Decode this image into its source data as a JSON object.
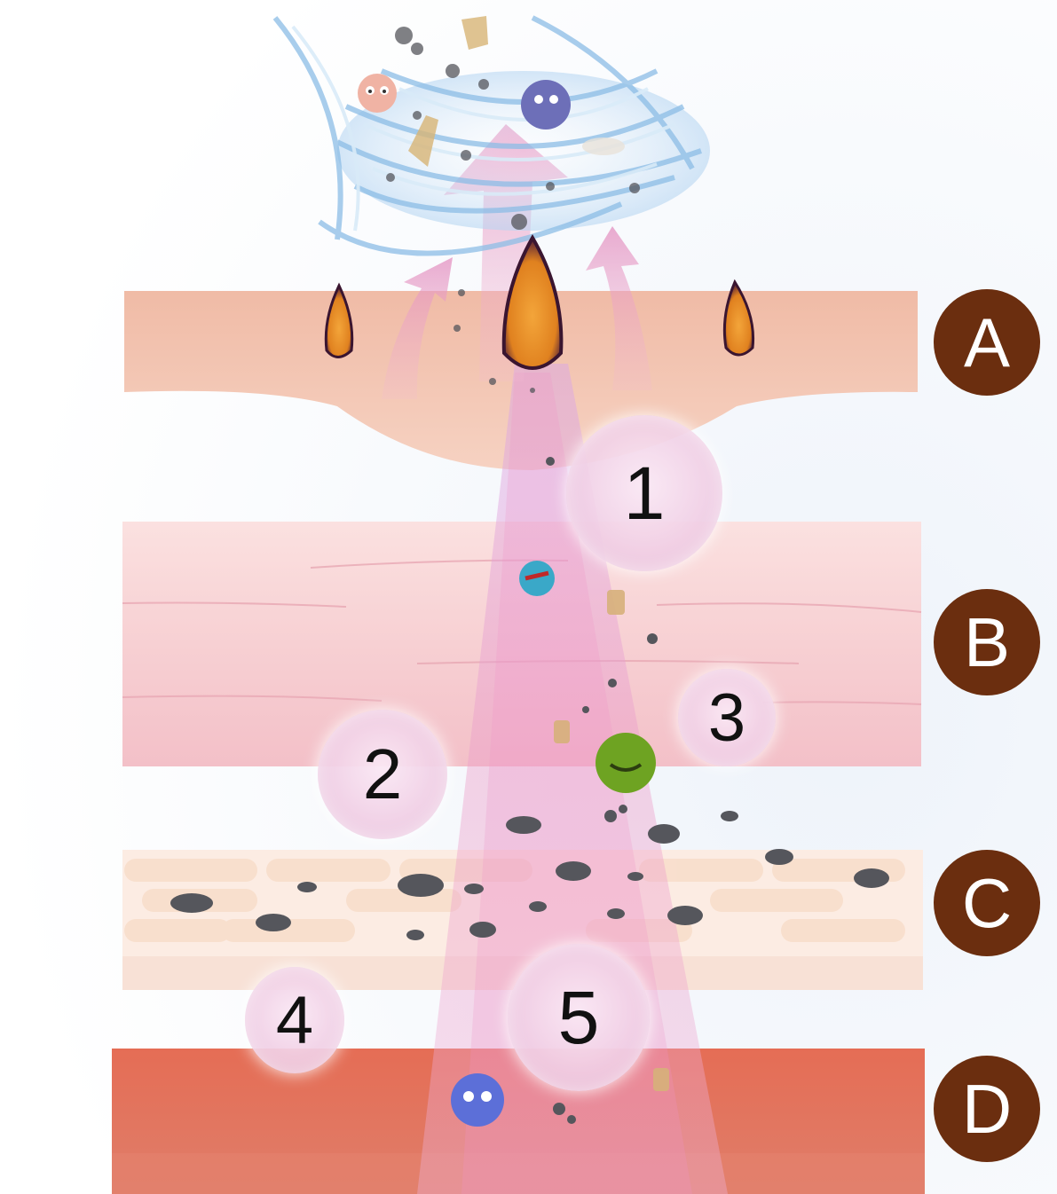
{
  "layers": [
    {
      "label": "A"
    },
    {
      "label": "B"
    },
    {
      "label": "C"
    },
    {
      "label": "D"
    }
  ],
  "markers": [
    {
      "label": "1"
    },
    {
      "label": "2"
    },
    {
      "label": "3"
    },
    {
      "label": "4"
    },
    {
      "label": "5"
    }
  ],
  "colors": {
    "badge_fill": "#6b2e0f",
    "layer_a": "#f3c2ae",
    "layer_b": "#f6cfd2",
    "layer_c": "#fbe5d8",
    "layer_d": "#e2745c",
    "beam": "#e79bc8",
    "vortex": "#8cbde6",
    "hair_follicle": "#e8962a",
    "particle": "#55565c"
  },
  "icons": [
    "vortex-icon",
    "hair-follicle-icon",
    "germ-icon",
    "bacteria-icon",
    "dirt-particle-icon"
  ]
}
